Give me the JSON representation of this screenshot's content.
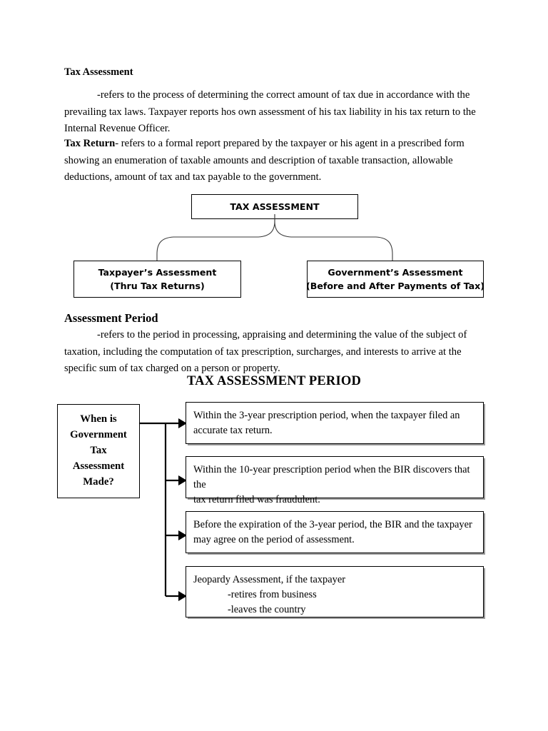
{
  "document": {
    "section1": {
      "heading": "Tax Assessment",
      "body_indent_marker": "",
      "body_line": "-refers to the process of determining the correct amount of tax due in accordance with the prevailing tax laws. Taxpayer reports hos own assessment of his tax liability in his tax return to the Internal Revenue Officer."
    },
    "section2": {
      "lead_bold": "Tax Return",
      "body_line": "- refers to a formal report prepared by the taxpayer or his agent in a prescribed form showing an enumeration of taxable amounts and description of taxable transaction, allowable deductions, amount of tax and tax payable to the government."
    },
    "section3": {
      "heading": "Assessment Period",
      "body_line": "-refers to the period in processing, appraising and determining the value of the subject of taxation, including the computation of tax prescription, surcharges, and interests to arrive at the specific sum of tax charged on a person or property."
    },
    "center_title": "TAX ASSESSMENT PERIOD"
  },
  "diagram_top": {
    "root": {
      "label": "TAX ASSESSMENT"
    },
    "children": [
      {
        "line1": "Taxpayer’s Assessment",
        "line2": "(Thru Tax Returns)"
      },
      {
        "line1": "Government’s Assessment",
        "line2": "(Before and After Payments of Tax)"
      }
    ]
  },
  "diagram_bottom": {
    "question": {
      "line1": "When is",
      "line2": "Government",
      "line3": "Tax",
      "line4": "Assessment",
      "line5": "Made?"
    },
    "items": [
      {
        "line1": "Within the 3-year prescription period, when the taxpayer filed an",
        "line2": "accurate tax return.",
        "sub1": "",
        "sub2": ""
      },
      {
        "line1": "Within the 10-year prescription period when the BIR discovers that the",
        "line2": "tax return filed was fraudulent.",
        "sub1": "",
        "sub2": ""
      },
      {
        "line1": "Before the expiration of the 3-year period, the BIR and the taxpayer",
        "line2": "may agree on the period of assessment.",
        "sub1": "",
        "sub2": ""
      },
      {
        "line1": "Jeopardy Assessment, if the taxpayer",
        "line2": "",
        "sub1": "-retires from business",
        "sub2": "-leaves the country"
      }
    ]
  },
  "colors": {
    "text": "#000000",
    "page_background": "#ffffff",
    "box_border": "#000000",
    "box_shadow": "#9a9a9a"
  }
}
